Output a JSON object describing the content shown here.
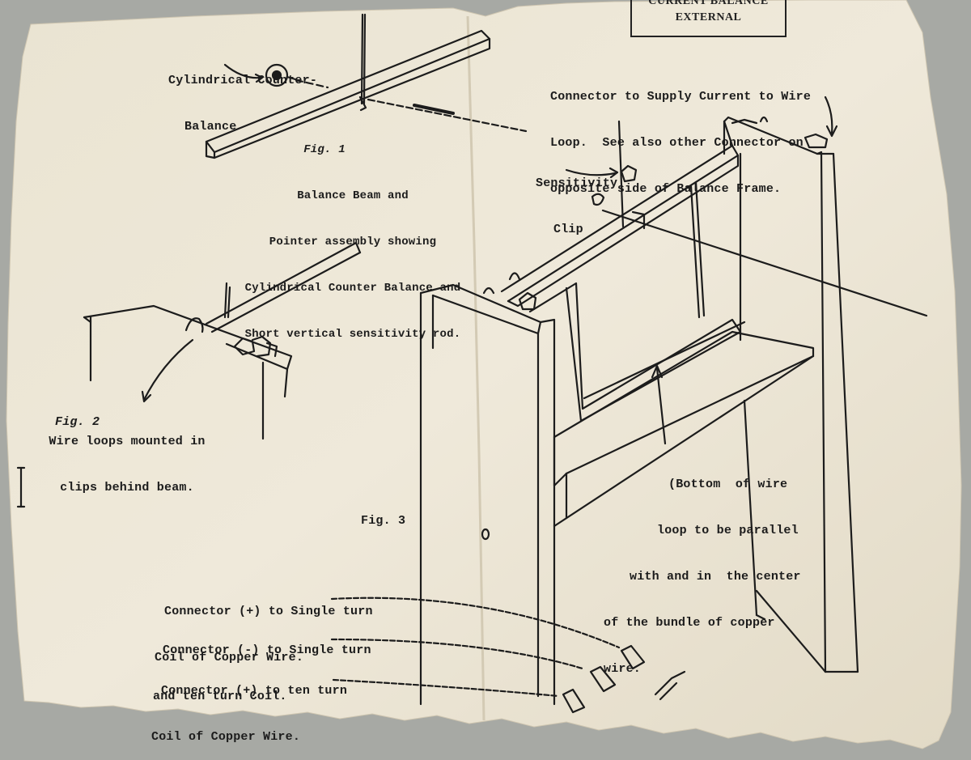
{
  "title": [
    "CURRENT BALANCE",
    "EXTERNAL"
  ],
  "fig1": {
    "counterbalance_label": [
      "Cylindrical Counter-",
      "Balance"
    ],
    "caption": [
      "Fig. 1",
      "Balance Beam and",
      "Pointer assembly showing",
      "Cylindrical Counter Balance and",
      "Short vertical sensitivity rod."
    ]
  },
  "fig2": {
    "label": "Fig. 2",
    "caption": [
      "Wire loops mounted in",
      "clips behind beam."
    ]
  },
  "fig3": {
    "label": "Fig. 3",
    "supply_connector": [
      "Connector to Supply Current to Wire",
      "Loop.  See also other Connector on",
      "opposite side of Balance Frame."
    ],
    "sensitivity_clip": [
      "Sensitivity",
      "Clip"
    ],
    "bottom_note": [
      "(Bottom  of wire",
      "loop to be parallel",
      "with and in  the center",
      "of the bundle of copper",
      "wire."
    ],
    "connector_pos_single": [
      "Connector (+) to Single turn",
      "Coil of Copper Wire."
    ],
    "connector_neg": [
      "Connector (-) to Single turn",
      "and ten turn Coil."
    ],
    "connector_pos_ten": [
      "Connector (+) to ten turn",
      "Coil of Copper Wire."
    ]
  },
  "colors": {
    "paper": "#ece6d6",
    "ink": "#1c1c1c",
    "background": "#a7a9a4"
  }
}
